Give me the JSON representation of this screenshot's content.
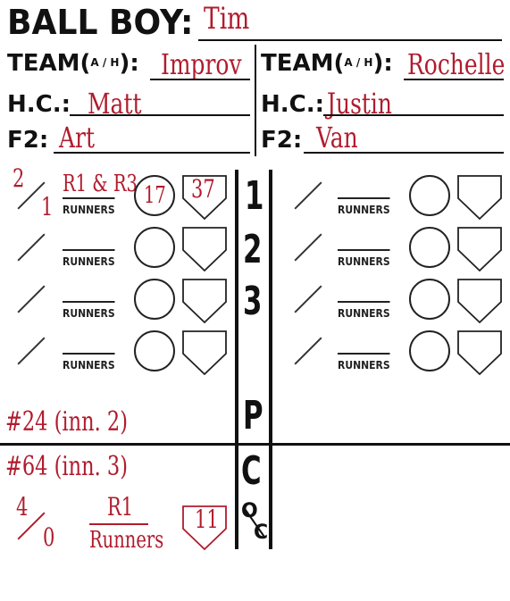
{
  "header": {
    "ball_boy_label": "BALL BOY:",
    "ball_boy_value": "Tim"
  },
  "left_team": {
    "team_label": "TEAM(",
    "ah": "A / H",
    "team_label_end": "):",
    "team_value": "Improv",
    "hc_label": "H.C.:",
    "hc_value": "Matt",
    "f2_label": "F2:",
    "f2_value": "Art"
  },
  "right_team": {
    "team_label": "TEAM(",
    "ah": "A / H",
    "team_label_end": "):",
    "team_value": "Rochelle",
    "hc_label": "H.C.:",
    "hc_value": "Justin",
    "f2_label": "F2:",
    "f2_value": "Van"
  },
  "innings": [
    "1",
    "2",
    "3",
    "P"
  ],
  "runners_label": "RUNNERS",
  "left_rows": [
    {
      "top": "2",
      "bottom": "1",
      "runners": "R1 & R3",
      "circle": "17",
      "plate": "37"
    },
    {
      "top": "",
      "bottom": "",
      "runners": "",
      "circle": "",
      "plate": ""
    },
    {
      "top": "",
      "bottom": "",
      "runners": "",
      "circle": "",
      "plate": ""
    },
    {
      "top": "",
      "bottom": "",
      "runners": "",
      "circle": "",
      "plate": ""
    }
  ],
  "pitcher_note": "#24 (inn. 2)",
  "bottom": {
    "c_label": "C",
    "oc_top": "O",
    "oc_bottom": "C",
    "note": "#64 (inn. 3)",
    "top": "4",
    "bottom_num": "0",
    "runners_value": "R1",
    "runners_label": "Runners",
    "plate": "11"
  },
  "colors": {
    "ink": "#111111",
    "handwriting": "#b01c2e"
  }
}
